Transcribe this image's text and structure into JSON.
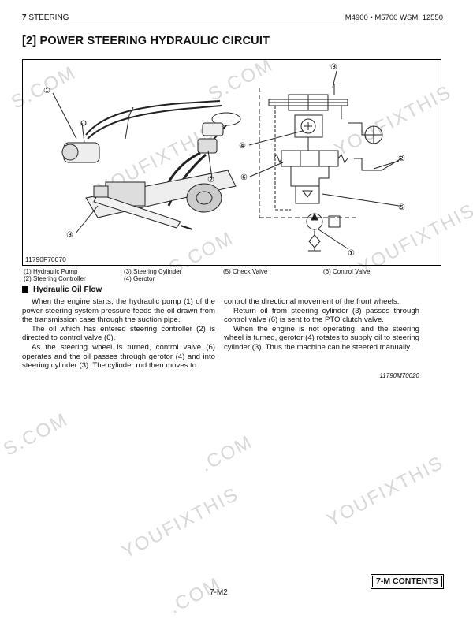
{
  "header": {
    "section_num": "7",
    "section_name": "STEERING",
    "model": "M4900 • M5700 WSM, 12550"
  },
  "title": "[2]  POWER STEERING HYDRAULIC CIRCUIT",
  "figure": {
    "id": "11790F70070",
    "callouts": [
      "①",
      "②",
      "③",
      "④",
      "⑤",
      "⑥"
    ]
  },
  "legend": [
    "(1)  Hydraulic Pump",
    "(2)  Steering Controller",
    "(3)  Steering Cylinder",
    "(4)  Gerotor",
    "(5)  Check Valve",
    "(6)  Control Valve"
  ],
  "section_title": "Hydraulic Oil Flow",
  "body_left": [
    "When the engine starts, the hydraulic pump (1) of the power steering system pressure-feeds the oil drawn from the transmission case through the suction pipe.",
    "The oil which has entered steering controller (2) is directed to control valve (6).",
    "As the steering wheel is turned, control valve (6) operates and the oil passes through gerotor (4) and into steering cylinder (3). The cylinder rod then moves to"
  ],
  "body_right": [
    "control the directional movement of the front wheels.",
    "Return oil from steering cylinder (3) passes through control valve (6) is sent to the PTO clutch valve.",
    "When the engine is not operating, and the steering wheel is turned, gerotor (4) rotates to supply oil to steering cylinder (3). Thus the machine can be steered manually."
  ],
  "ref_code": "11790M70020",
  "page_number": "7-M2",
  "contents_button": "7-M CONTENTS",
  "watermarks": [
    "S.COM",
    "YOUFIXTHIS",
    "YOUFIXTHIS",
    "S.COM",
    "S.COM",
    "YOUFIXTHIS",
    "S.COM",
    "YOUFIXTHIS",
    "YOUFIXTHIS",
    ".COM",
    ".COM"
  ]
}
